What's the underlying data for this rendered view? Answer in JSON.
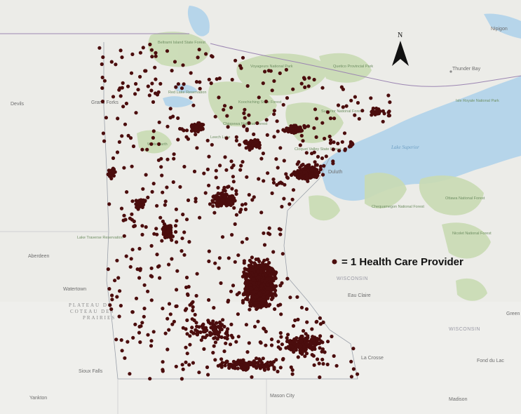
{
  "legend": {
    "label": "= 1 Health Care Provider",
    "dot_color": "#4b0d0d"
  },
  "north_arrow": {
    "label": "N"
  },
  "colors": {
    "land": "#ecece8",
    "forest": "#c9dbb3",
    "lake": "#b6d5ea",
    "provider_dot": "#4b0d0d",
    "border": "#9c86b2"
  },
  "places": [
    {
      "id": "nipigon",
      "label": "Nipigon"
    },
    {
      "id": "thunder-bay",
      "label": "Thunder Bay"
    },
    {
      "id": "grand-forks",
      "label": "Grand Forks"
    },
    {
      "id": "aberdeen",
      "label": "Aberdeen"
    },
    {
      "id": "watertown",
      "label": "Watertown"
    },
    {
      "id": "sioux-falls",
      "label": "Sioux Falls"
    },
    {
      "id": "mason-city",
      "label": "Mason City"
    },
    {
      "id": "la-crosse",
      "label": "La Crosse"
    },
    {
      "id": "eau-claire",
      "label": "Eau Claire"
    },
    {
      "id": "fond-du-lac",
      "label": "Fond du Lac"
    },
    {
      "id": "madison",
      "label": "Madison"
    },
    {
      "id": "duluth",
      "label": "Duluth"
    },
    {
      "id": "green",
      "label": "Green"
    },
    {
      "id": "yankton",
      "label": "Yankton"
    },
    {
      "id": "devils",
      "label": "Devils"
    }
  ],
  "parks": [
    {
      "id": "beltrami",
      "label": "Beltrami Island State Forest"
    },
    {
      "id": "voyageurs",
      "label": "Voyageurs National Park"
    },
    {
      "id": "quetico",
      "label": "Quetico Provincial Park"
    },
    {
      "id": "red-lake",
      "label": "Red Lake Reservation"
    },
    {
      "id": "koochiching",
      "label": "Koochiching State Forest"
    },
    {
      "id": "superior-nf",
      "label": "Superior National Forest"
    },
    {
      "id": "isle-royale",
      "label": "Isle Royale National Park"
    },
    {
      "id": "chippewa",
      "label": "Chippewa National Forest"
    },
    {
      "id": "white-earth",
      "label": "White Earth"
    },
    {
      "id": "leech",
      "label": "Leech Lake"
    },
    {
      "id": "cloquet",
      "label": "Cloquet Valley State Forest"
    },
    {
      "id": "chequamegon",
      "label": "Chequamegon National Forest"
    },
    {
      "id": "ottawa",
      "label": "Ottawa National Forest"
    },
    {
      "id": "nicolet",
      "label": "Nicolet National Forest"
    },
    {
      "id": "lake-traverse",
      "label": "Lake Traverse Reservation"
    }
  ],
  "water_labels": [
    {
      "id": "lake-superior",
      "label": "Lake Superior"
    }
  ],
  "region_labels": [
    {
      "id": "plateau-1",
      "label": "PLATEAU DU"
    },
    {
      "id": "plateau-2",
      "label": "COTEAU DES"
    },
    {
      "id": "plateau-3",
      "label": "PRAIRIES"
    }
  ],
  "state_labels": [
    {
      "id": "wisconsin-1",
      "label": "WISCONSIN"
    },
    {
      "id": "wisconsin-2",
      "label": "WISCONSIN"
    }
  ]
}
